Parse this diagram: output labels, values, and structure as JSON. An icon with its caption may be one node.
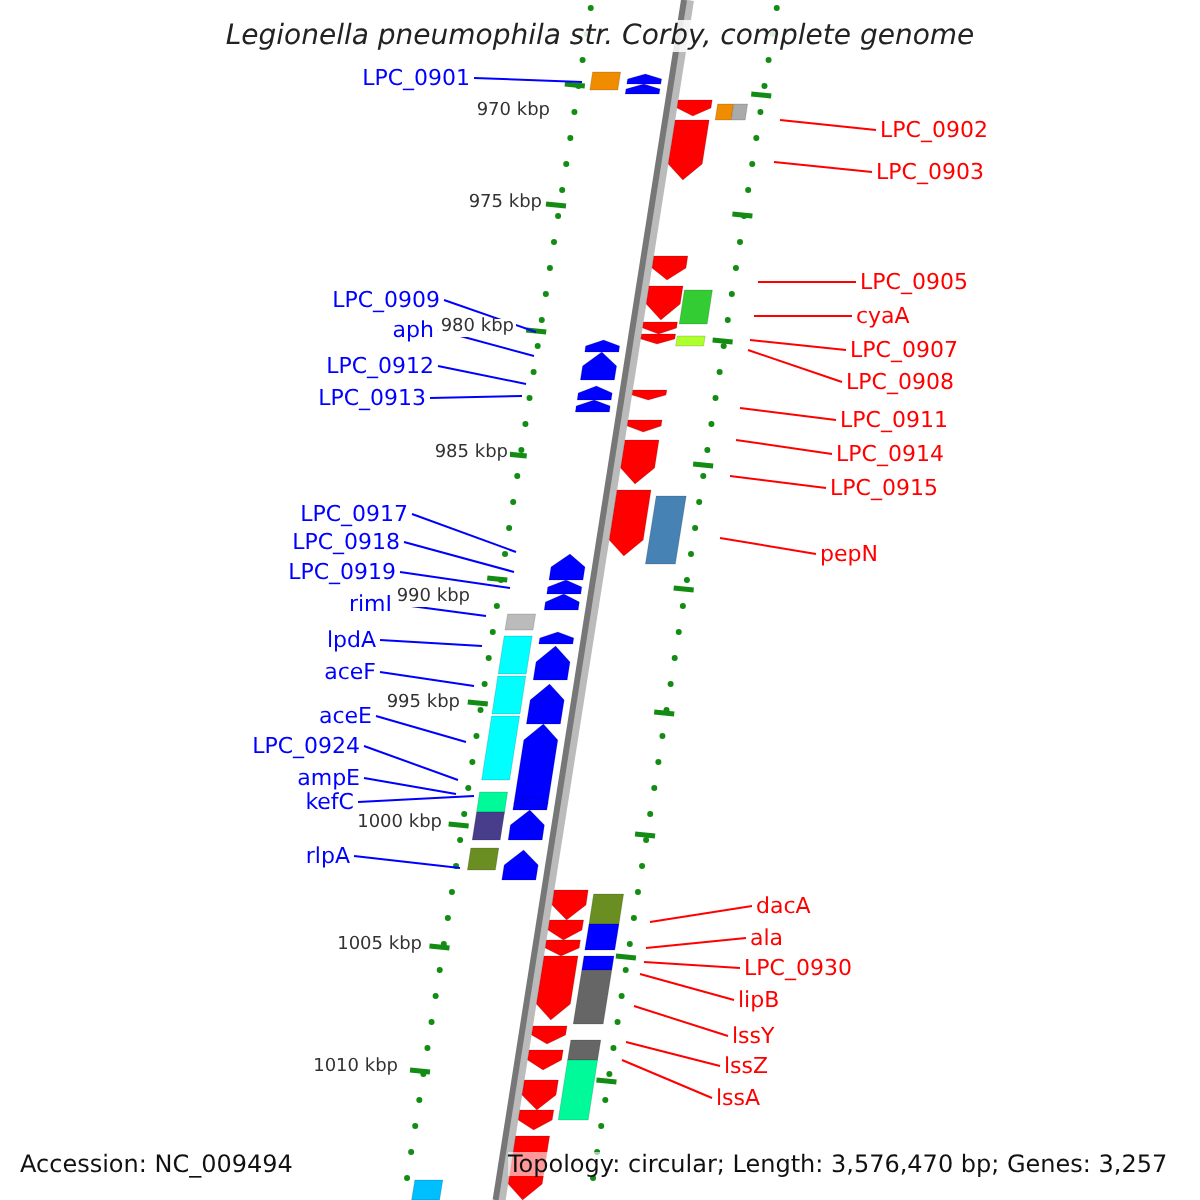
{
  "diagram": {
    "title": "Legionella pneumophila str. Corby, complete genome",
    "nodes": [
      {
        "text": [
          "LPC_0901"
        ]
      },
      {
        "text": [
          "LPC_0909"
        ]
      },
      {
        "text": [
          "aph"
        ]
      },
      {
        "text": [
          "LPC_0912"
        ]
      },
      {
        "text": [
          "LPC_0913"
        ]
      },
      {
        "text": [
          "LPC_0917"
        ]
      },
      {
        "text": [
          "LPC_0918"
        ]
      },
      {
        "text": [
          "LPC_0919"
        ]
      },
      {
        "text": [
          "rimI"
        ]
      },
      {
        "text": [
          "lpdA"
        ]
      },
      {
        "text": [
          "aceF"
        ]
      },
      {
        "text": [
          "aceE"
        ]
      },
      {
        "text": [
          "LPC_0924"
        ]
      },
      {
        "text": [
          "ampE"
        ]
      },
      {
        "text": [
          "kefC"
        ]
      },
      {
        "text": [
          "rlpA"
        ]
      },
      {
        "text": [
          "LPC_0902"
        ]
      },
      {
        "text": [
          "LPC_0903"
        ]
      },
      {
        "text": [
          "LPC_0905"
        ]
      },
      {
        "text": [
          "cyaA"
        ]
      },
      {
        "text": [
          "LPC_0907"
        ]
      },
      {
        "text": [
          "LPC_0908"
        ]
      },
      {
        "text": [
          "LPC_0911"
        ]
      },
      {
        "text": [
          "LPC_0914"
        ]
      },
      {
        "text": [
          "LPC_0915"
        ]
      },
      {
        "text": [
          "pepN"
        ]
      },
      {
        "text": [
          "dacA"
        ]
      },
      {
        "text": [
          "ala"
        ]
      },
      {
        "text": [
          "LPC_0930"
        ]
      },
      {
        "text": [
          "lipB"
        ]
      },
      {
        "text": [
          "lssY"
        ]
      },
      {
        "text": [
          "lssZ"
        ]
      },
      {
        "text": [
          "lssA"
        ]
      }
    ],
    "edges": [
      {
        "from": 0,
        "to": null,
        "arrow": "none",
        "color": "#0000ff"
      },
      {
        "from": 1,
        "to": null,
        "arrow": "none",
        "color": "#0000ff"
      },
      {
        "from": 2,
        "to": null,
        "arrow": "none",
        "color": "#0000ff"
      },
      {
        "from": 3,
        "to": null,
        "arrow": "none",
        "color": "#0000ff"
      },
      {
        "from": 4,
        "to": null,
        "arrow": "none",
        "color": "#0000ff"
      },
      {
        "from": 5,
        "to": null,
        "arrow": "none",
        "color": "#0000ff"
      },
      {
        "from": 6,
        "to": null,
        "arrow": "none",
        "color": "#0000ff"
      },
      {
        "from": 7,
        "to": null,
        "arrow": "none",
        "color": "#0000ff"
      },
      {
        "from": 8,
        "to": null,
        "arrow": "none",
        "color": "#0000ff"
      },
      {
        "from": 9,
        "to": null,
        "arrow": "none",
        "color": "#0000ff"
      },
      {
        "from": 10,
        "to": null,
        "arrow": "none",
        "color": "#0000ff"
      },
      {
        "from": 11,
        "to": null,
        "arrow": "none",
        "color": "#0000ff"
      },
      {
        "from": 12,
        "to": null,
        "arrow": "none",
        "color": "#0000ff"
      },
      {
        "from": 13,
        "to": null,
        "arrow": "none",
        "color": "#0000ff"
      },
      {
        "from": 14,
        "to": null,
        "arrow": "none",
        "color": "#0000ff"
      },
      {
        "from": 15,
        "to": null,
        "arrow": "none",
        "color": "#0000ff"
      },
      {
        "from": 16,
        "to": null,
        "arrow": "none"
      },
      {
        "from": 17,
        "to": null,
        "arrow": "none"
      },
      {
        "from": 18,
        "to": null,
        "arrow": "none"
      },
      {
        "from": 19,
        "to": null,
        "arrow": "none"
      },
      {
        "from": 20,
        "to": null,
        "arrow": "none"
      },
      {
        "from": 21,
        "to": null,
        "arrow": "none"
      },
      {
        "from": 22,
        "to": null,
        "arrow": "none"
      },
      {
        "from": 23,
        "to": null,
        "arrow": "none"
      },
      {
        "from": 24,
        "to": null,
        "arrow": "none"
      },
      {
        "from": 25,
        "to": null,
        "arrow": "none"
      },
      {
        "from": 26,
        "to": null,
        "arrow": "none"
      },
      {
        "from": 27,
        "to": null,
        "arrow": "none"
      },
      {
        "from": 28,
        "to": null,
        "arrow": "none"
      },
      {
        "from": 29,
        "to": null,
        "arrow": "none"
      },
      {
        "from": 30,
        "to": null,
        "arrow": "none"
      },
      {
        "from": 31,
        "to": null,
        "arrow": "none"
      },
      {
        "from": 32,
        "to": null,
        "arrow": "none"
      }
    ],
    "labels": [
      "970 kbp",
      "975 kbp",
      "980 kbp",
      "985 kbp",
      "990 kbp",
      "995 kbp",
      "1000 kbp",
      "1005 kbp",
      "1010 kbp",
      "Accession: NC_009494",
      "Topology: circular; Length: 3,576,470 bp; Genes: 3,257"
    ]
  }
}
